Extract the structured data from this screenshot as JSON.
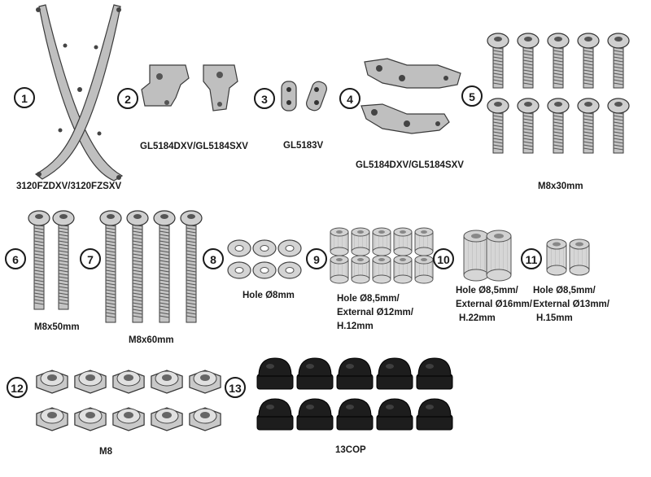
{
  "parts": [
    {
      "number": "1",
      "label": "3120FZDXV/3120FZSXV"
    },
    {
      "number": "2",
      "label": "GL5184DXV/GL5184SXV"
    },
    {
      "number": "3",
      "label": "GL5183V"
    },
    {
      "number": "4",
      "label": "GL5184DXV/GL5184SXV"
    },
    {
      "number": "5",
      "label": "M8x30mm"
    },
    {
      "number": "6",
      "label": "M8x50mm"
    },
    {
      "number": "7",
      "label": "M8x60mm"
    },
    {
      "number": "8",
      "label": "Hole Ø8mm"
    },
    {
      "number": "9",
      "label_lines": [
        "Hole Ø8,5mm/",
        "External Ø12mm/",
        "H.12mm"
      ]
    },
    {
      "number": "10",
      "label_lines": [
        "Hole Ø8,5mm/",
        "External Ø16mm/",
        "H.22mm"
      ]
    },
    {
      "number": "11",
      "label_lines": [
        "Hole Ø8,5mm/",
        "External Ø13mm/",
        "H.15mm"
      ]
    },
    {
      "number": "12",
      "label": "M8"
    },
    {
      "number": "13",
      "label": "13COP"
    }
  ],
  "quantities": {
    "bolts_m8x30": 10,
    "bolts_m8x50": 2,
    "bolts_m8x60": 4,
    "washers_8mm": 6,
    "spacers_12mm": 10,
    "spacers_16mm": 2,
    "spacers_13mm": 2,
    "nuts_m8": 10,
    "caps_13cop": 10
  }
}
